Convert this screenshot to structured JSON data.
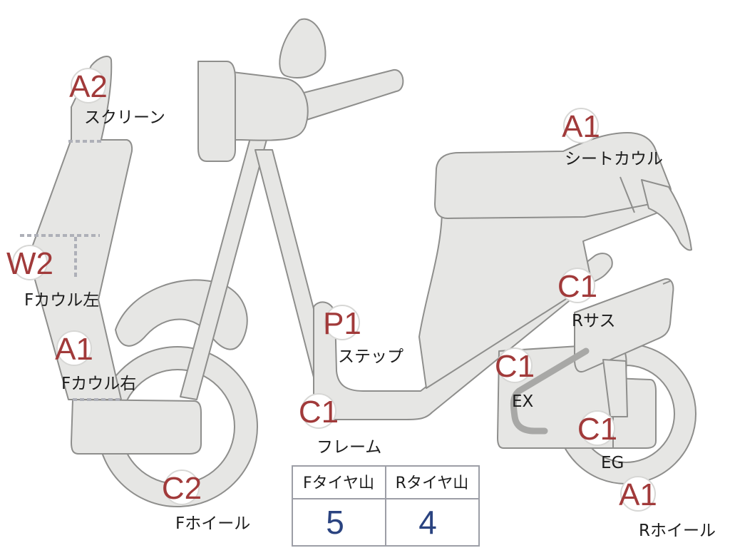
{
  "parts": [
    {
      "id": "screen",
      "grade": "A2",
      "label": "スクリーン"
    },
    {
      "id": "seat-cowl",
      "grade": "A1",
      "label": "シートカウル"
    },
    {
      "id": "f-cowl-left",
      "grade": "W2",
      "label": "Fカウル左"
    },
    {
      "id": "f-cowl-right",
      "grade": "A1",
      "label": "Fカウル右"
    },
    {
      "id": "step",
      "grade": "P1",
      "label": "ステップ"
    },
    {
      "id": "r-suspension",
      "grade": "C1",
      "label": "Rサス"
    },
    {
      "id": "exhaust",
      "grade": "C1",
      "label": "EX"
    },
    {
      "id": "frame",
      "grade": "C1",
      "label": "フレーム"
    },
    {
      "id": "engine",
      "grade": "C1",
      "label": "EG"
    },
    {
      "id": "f-wheel",
      "grade": "C2",
      "label": "Fホイール"
    },
    {
      "id": "r-wheel",
      "grade": "A1",
      "label": "Rホイール"
    }
  ],
  "tire_table": {
    "headers": [
      "Fタイヤ山",
      "Rタイヤ山"
    ],
    "values": [
      "5",
      "4"
    ]
  },
  "colors": {
    "part_fill": "#e6e6e4",
    "part_outline": "#8e8e8c",
    "grade_text": "#a13a3a",
    "table_value": "#2a4380"
  }
}
